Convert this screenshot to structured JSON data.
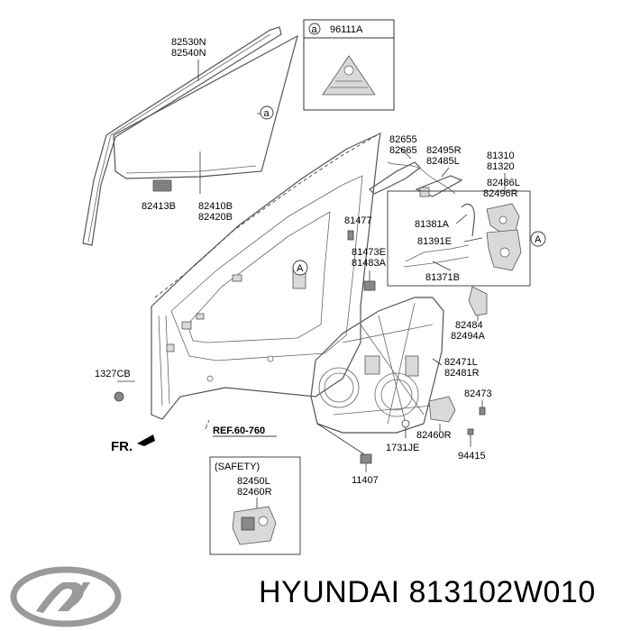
{
  "callouts": {
    "glass_channel": "82530N\n82540N",
    "glass_channel_l1": "82530N",
    "glass_channel_l2": "82540N",
    "box_ref": "96111A",
    "box_marker": "a",
    "glass_marker": "a",
    "pad": "82413B",
    "glass_l1": "82410B",
    "glass_l2": "82420B",
    "latch_cable_l1": "82655",
    "latch_cable_l2": "82665",
    "handle_l1": "82495R",
    "handle_l2": "82485L",
    "module_l1": "81310",
    "module_l2": "81320",
    "actuator_l1": "82486L",
    "actuator_l2": "82496R",
    "clip": "81477",
    "rod1": "81381A",
    "rod2": "81391E",
    "bolt_l1": "81473E",
    "bolt_l2": "81483A",
    "rod3": "81371B",
    "circle_a_right": "A",
    "circle_a_door": "A",
    "bracket_l1": "82484",
    "bracket_l2": "82494A",
    "regulator_l1": "82471L",
    "regulator_l2": "82481R",
    "nut_left": "1327CB",
    "screw": "82473",
    "ref_label": "REF.60-760",
    "motor_l1": "82460R",
    "plug": "1731JE",
    "bolt2": "94415",
    "fr_label": "FR.",
    "bolt3": "11407",
    "safety": "(SAFETY)",
    "safety_l1": "82450L",
    "safety_l2": "82460R"
  },
  "footer": {
    "text": "HYUNDAI 813102W010",
    "logo": "hyundai-logo"
  }
}
